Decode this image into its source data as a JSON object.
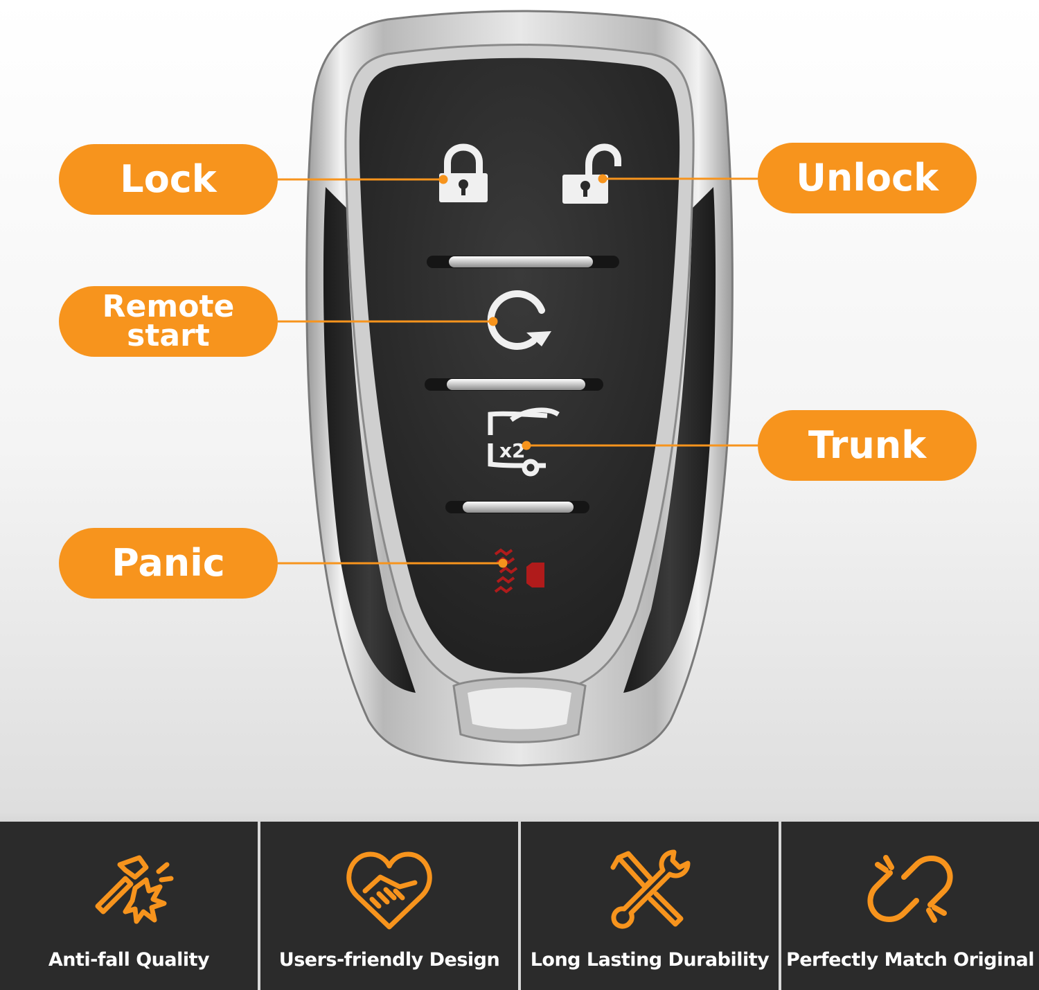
{
  "accent_color": "#f7941d",
  "callouts": {
    "lock": "Lock",
    "unlock": "Unlock",
    "remote_start": "Remote\nstart",
    "trunk": "Trunk",
    "panic": "Panic"
  },
  "fob": {
    "trunk_badge": "x2",
    "icons": [
      "lock-closed-icon",
      "lock-open-icon",
      "remote-start-icon",
      "trunk-icon",
      "panic-icon"
    ]
  },
  "features": [
    {
      "label": "Anti-fall Quality",
      "icon": "hammer-impact-icon"
    },
    {
      "label": "Users-friendly Design",
      "icon": "heart-handshake-icon"
    },
    {
      "label": "Long Lasting Durability",
      "icon": "wrench-screwdriver-icon"
    },
    {
      "label": "Perfectly Match Original",
      "icon": "chain-link-icon"
    }
  ]
}
